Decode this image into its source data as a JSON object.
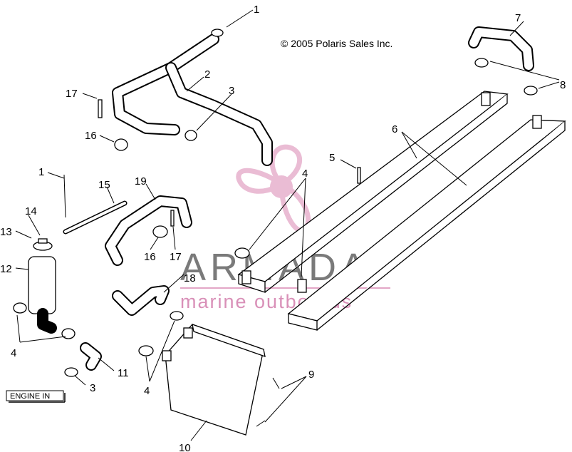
{
  "copyright": "© 2005 Polaris Sales Inc.",
  "watermark": {
    "title": "ARMADA",
    "subtitle": "marine outboards"
  },
  "box_label": "ENGINE IN",
  "labels": {
    "l1_top": "1",
    "l2": "2",
    "l3_top": "3",
    "l7": "7",
    "l8": "8",
    "l17_top": "17",
    "l16_top": "16",
    "l6": "6",
    "l5": "5",
    "l4_mid": "4",
    "l1_left": "1",
    "l15": "15",
    "l19": "19",
    "l14": "14",
    "l13": "13",
    "l12": "12",
    "l16_mid": "16",
    "l17_mid": "17",
    "l18": "18",
    "l4_left": "4",
    "l11": "11",
    "l3_bottom": "3",
    "l4_bottom": "4",
    "l9": "9",
    "l10": "10"
  }
}
